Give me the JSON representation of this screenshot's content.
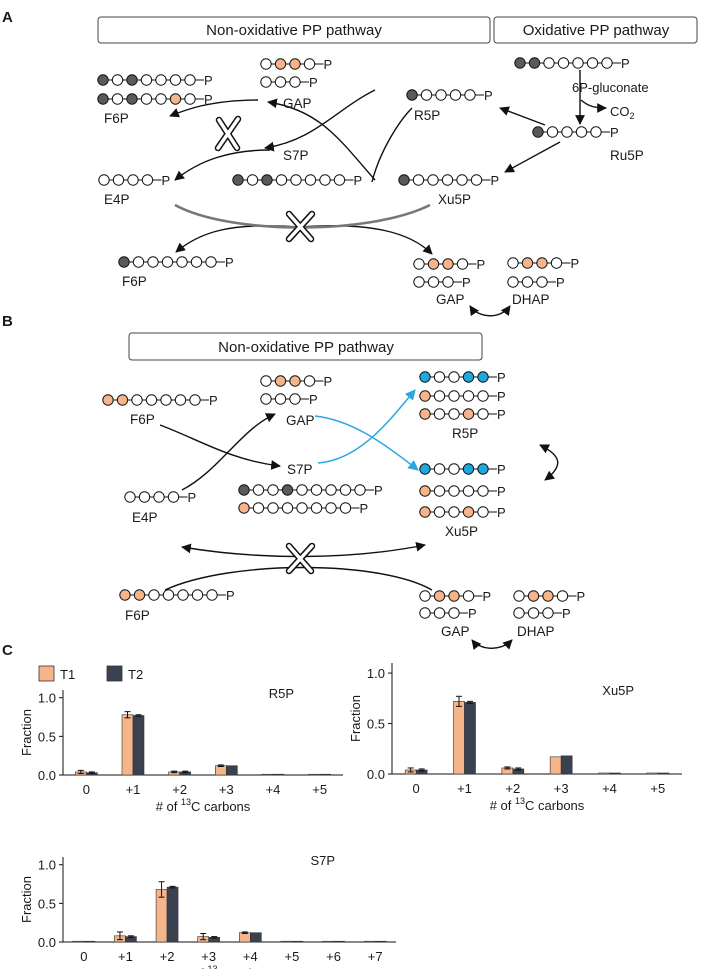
{
  "colors": {
    "white": "#ffffff",
    "gray": "#5a5a5a",
    "orange": "#f5b48a",
    "blue": "#1ea8e0",
    "t1": "#f5b48a",
    "t2": "#3a4150",
    "arrow": "#111111",
    "lightArrow": "#2aa6de",
    "grayArc": "#777777"
  },
  "panelA": {
    "letter": "A",
    "nonox_title": "Non-oxidative PP pathway",
    "ox_title": "Oxidative PP pathway",
    "labels": {
      "f6p_top": "F6P",
      "gap": "GAP",
      "r5p": "R5P",
      "s7p": "S7P",
      "e4p": "E4P",
      "xu5p": "Xu5P",
      "ru5p": "Ru5P",
      "gluconate": "6P-gluconate",
      "co2": "CO",
      "co2_sub": "2",
      "f6p_bottom": "F6P",
      "gap_bottom": "GAP",
      "dhap_bottom": "DHAP"
    }
  },
  "panelB": {
    "letter": "B",
    "nonox_title": "Non-oxidative PP pathway",
    "labels": {
      "f6p_top": "F6P",
      "gap": "GAP",
      "s7p": "S7P",
      "e4p": "E4P",
      "r5p": "R5P",
      "xu5p": "Xu5P",
      "f6p_bottom": "F6P",
      "gap_bottom": "GAP",
      "dhap_bottom": "DHAP"
    }
  },
  "panelC": {
    "letter": "C",
    "legend": {
      "t1": "T1",
      "t2": "T2"
    },
    "xlabel_prefix": "# of ",
    "xlabel_sup": "13",
    "xlabel_suffix": "C carbons",
    "ylabel": "Fraction"
  },
  "chart_data": [
    {
      "type": "bar",
      "title": "R5P",
      "categories": [
        "0",
        "+1",
        "+2",
        "+3",
        "+4",
        "+5"
      ],
      "series": [
        {
          "name": "T1",
          "values": [
            0.04,
            0.78,
            0.04,
            0.12,
            0.01,
            0.01
          ],
          "errors": [
            0.02,
            0.04,
            0.01,
            0.01,
            0.0,
            0.0
          ]
        },
        {
          "name": "T2",
          "values": [
            0.03,
            0.77,
            0.04,
            0.12,
            0.01,
            0.01
          ],
          "errors": [
            0.01,
            0.01,
            0.01,
            0.0,
            0.0,
            0.0
          ]
        }
      ],
      "yticks": [
        "0.0",
        "0.5",
        "1.0"
      ],
      "ylim": [
        0,
        1.1
      ],
      "ylabel": "Fraction"
    },
    {
      "type": "bar",
      "title": "Xu5P",
      "categories": [
        "0",
        "+1",
        "+2",
        "+3",
        "+4",
        "+5"
      ],
      "series": [
        {
          "name": "T1",
          "values": [
            0.04,
            0.72,
            0.06,
            0.17,
            0.01,
            0.01
          ],
          "errors": [
            0.02,
            0.05,
            0.01,
            0.0,
            0.0,
            0.0
          ]
        },
        {
          "name": "T2",
          "values": [
            0.04,
            0.71,
            0.05,
            0.18,
            0.01,
            0.01
          ],
          "errors": [
            0.01,
            0.01,
            0.01,
            0.0,
            0.0,
            0.0
          ]
        }
      ],
      "yticks": [
        "0.0",
        "0.5",
        "1.0"
      ],
      "ylim": [
        0,
        1.1
      ],
      "ylabel": "Fraction"
    },
    {
      "type": "bar",
      "title": "S7P",
      "categories": [
        "0",
        "+1",
        "+2",
        "+3",
        "+4",
        "+5",
        "+6",
        "+7"
      ],
      "series": [
        {
          "name": "T1",
          "values": [
            0.01,
            0.08,
            0.68,
            0.07,
            0.12,
            0.01,
            0.01,
            0.01
          ],
          "errors": [
            0.0,
            0.05,
            0.1,
            0.04,
            0.01,
            0.0,
            0.0,
            0.0
          ]
        },
        {
          "name": "T2",
          "values": [
            0.01,
            0.07,
            0.71,
            0.06,
            0.12,
            0.01,
            0.01,
            0.01
          ],
          "errors": [
            0.0,
            0.01,
            0.01,
            0.01,
            0.0,
            0.0,
            0.0,
            0.0
          ]
        }
      ],
      "yticks": [
        "0.0",
        "0.5",
        "1.0"
      ],
      "ylim": [
        0,
        1.1
      ],
      "ylabel": "Fraction"
    }
  ]
}
